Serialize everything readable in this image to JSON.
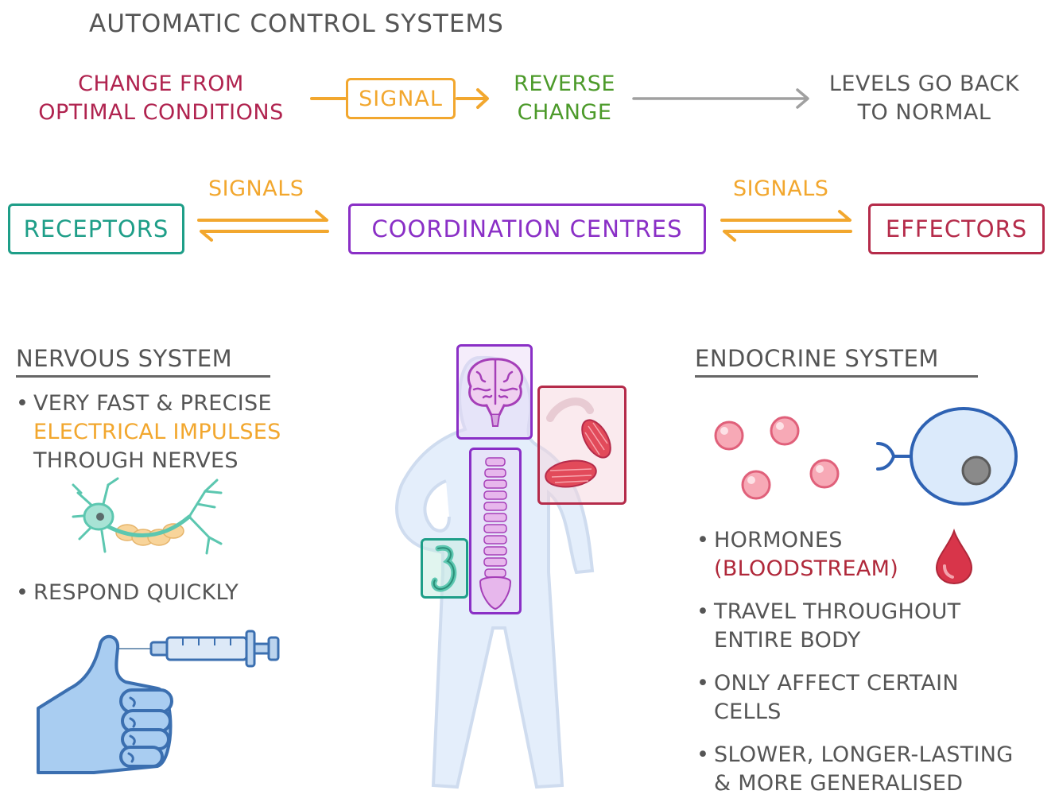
{
  "title": "AUTOMATIC CONTROL SYSTEMS",
  "flow": {
    "change_line1": "CHANGE FROM",
    "change_line2": "OPTIMAL CONDITIONS",
    "signal": "SIGNAL",
    "reverse_line1": "REVERSE",
    "reverse_line2": "CHANGE",
    "levels_line1": "LEVELS GO BACK",
    "levels_line2": "TO NORMAL"
  },
  "pathway": {
    "receptors": "RECEPTORS",
    "signals_left": "SIGNALS",
    "coordination": "COORDINATION CENTRES",
    "signals_right": "SIGNALS",
    "effectors": "EFFECTORS"
  },
  "nervous": {
    "heading": "NERVOUS SYSTEM",
    "bullet1_line1": "VERY FAST & PRECISE",
    "bullet1_line2": "ELECTRICAL IMPULSES",
    "bullet1_line3": "THROUGH NERVES",
    "bullet2": "RESPOND QUICKLY"
  },
  "endocrine": {
    "heading": "ENDOCRINE SYSTEM",
    "hormones": "HORMONES",
    "bloodstream": "(BLOODSTREAM)",
    "travel_line1": "TRAVEL THROUGHOUT",
    "travel_line2": "ENTIRE BODY",
    "affect_line1": "ONLY AFFECT CERTAIN",
    "affect_line2": "CELLS",
    "slower_line1": "SLOWER, LONGER-LASTING",
    "slower_line2": "& MORE GENERALISED"
  },
  "bullet_symbol": "•",
  "colors": {
    "change": "#b0234f",
    "signal": "#f2a72e",
    "reverse": "#4c9a2a",
    "receptors": "#1e9e88",
    "coordination": "#8a2fc6",
    "effectors": "#b52b4a",
    "electrical": "#f2a72e",
    "bloodstream": "#b0283a",
    "grey_arrow": "#999999"
  },
  "icons": {
    "neuron": "neuron-icon",
    "hand": "hand-icon",
    "syringe": "syringe-icon",
    "body": "body-icon",
    "brain": "brain-icon",
    "spine": "spine-icon",
    "muscle": "muscle-icon",
    "organ": "organ-icon",
    "hormone": "hormone-molecule-icon",
    "cell": "target-cell-icon",
    "blood": "blood-drop-icon"
  }
}
